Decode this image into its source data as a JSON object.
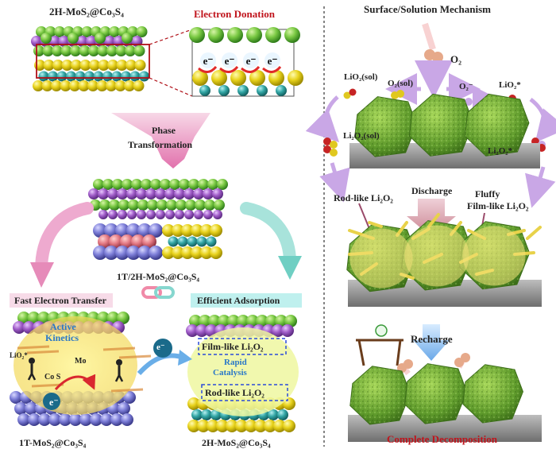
{
  "left_panel": {
    "top_label": "2H-MoS₂@Co₃S₄",
    "electron_donation": "Electron Donation",
    "electron_symbols": [
      "e⁻",
      "e⁻",
      "e⁻",
      "e⁻"
    ],
    "phase_transformation_line1": "Phase",
    "phase_transformation_line2": "Transformation",
    "mixed_label": "1T/2H-MoS₂@Co₃S₄",
    "fast_electron_transfer": "Fast Electron Transfer",
    "efficient_adsorption": "Efficient Adsorption",
    "active_kinetics_line1": "Active",
    "active_kinetics_line2": "Kinetics",
    "lio2_small": "LiO₂*",
    "co_s": "Co  S",
    "mo": "Mo",
    "electron": "e⁻",
    "electron_arrow": "e⁻",
    "film_like": "Film-like Li₂O₂",
    "rapid_line1": "Rapid",
    "rapid_line2": "Catalysis",
    "rod_like": "Rod-like Li₂O₂",
    "bottom_left_label": "1T-MoS₂@Co₃S₄",
    "bottom_right_label": "2H-MoS₂@Co₃S₄"
  },
  "right_panel": {
    "title": "Surface/Solution Mechanism",
    "o2": "O₂",
    "lio2_sol": "LiO₂(sol)",
    "o2_sol": "O₂(sol)",
    "o2_minus": "O₂⁻",
    "lio2_star": "LiO₂*",
    "li2o2_sol": "Li₂O₂(sol)",
    "li2o2_star": "Li₂O₂*",
    "rod_like": "Rod-like Li₂O₂",
    "discharge": "Discharge",
    "fluffy": "Fluffy",
    "film_like": "Film-like Li₂O₂",
    "recharge": "Recharge",
    "complete": "Complete Decomposition"
  },
  "colors": {
    "green": "#7ac943",
    "purple": "#a05cc8",
    "yellow": "#e8d21c",
    "teal": "#33a7a6",
    "red_label": "#c0141c",
    "pink_arrow": "#e68bb9",
    "teal_arrow": "#7fd3c9",
    "lavender_arrow": "#c9a7e6",
    "substrate": "#8f8f8f",
    "highlight_cyan": "#bfeff0"
  }
}
